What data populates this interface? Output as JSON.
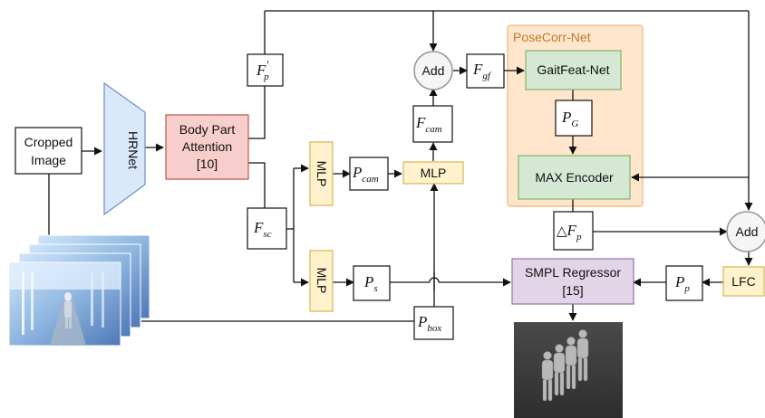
{
  "nodes": {
    "cropped_image": [
      "Cropped",
      "Image"
    ],
    "hrnet": "HRNet",
    "body_part_attention": [
      "Body Part",
      "Attention",
      "[10]"
    ],
    "f_p_prime": {
      "main": "F",
      "sup": "′",
      "sub": "p"
    },
    "f_sc": {
      "main": "F",
      "sub": "sc"
    },
    "mlp_cam": "MLP",
    "mlp_s": "MLP",
    "mlp_mid": "MLP",
    "p_cam": {
      "main": "P",
      "sub": "cam"
    },
    "p_s": {
      "main": "P",
      "sub": "s"
    },
    "p_box": {
      "main": "P",
      "sub": "box"
    },
    "f_cam": {
      "main": "F",
      "sub": "cam"
    },
    "add_top": "Add",
    "add_right": "Add",
    "f_gf": {
      "main": "F",
      "sub": "gf"
    },
    "posecorr_net": "PoseCorr-Net",
    "gaitfeat_net": "GaitFeat-Net",
    "p_g": {
      "main": "P",
      "sub": "G"
    },
    "max_encoder": "MAX Encoder",
    "delta_f_p": {
      "prefix": "△",
      "main": "F",
      "sub": "p"
    },
    "smpl_regressor": [
      "SMPL Regressor",
      "[15]"
    ],
    "p_p": {
      "main": "P",
      "sub": "p"
    },
    "lfc": "LFC"
  },
  "colors": {
    "hrnet_fill": "#dae8fc",
    "hrnet_stroke": "#6c8ebf",
    "attention_fill": "#f8cecc",
    "attention_stroke": "#b85450",
    "mlp_fill": "#fff2cc",
    "mlp_stroke": "#d6b656",
    "posecorr_fill": "#ffe6cc",
    "posecorr_stroke": "#f0b479",
    "posecorr_text": "#c07a2c",
    "green_fill": "#d5e8d4",
    "green_stroke": "#82b366",
    "smpl_fill": "#e1d5e7",
    "smpl_stroke": "#9673a6",
    "add_fill": "#f5f5f5",
    "add_stroke": "#999999"
  },
  "images": {
    "frames": "video-frames-stack",
    "mesh": "smpl-mesh-sequence"
  }
}
